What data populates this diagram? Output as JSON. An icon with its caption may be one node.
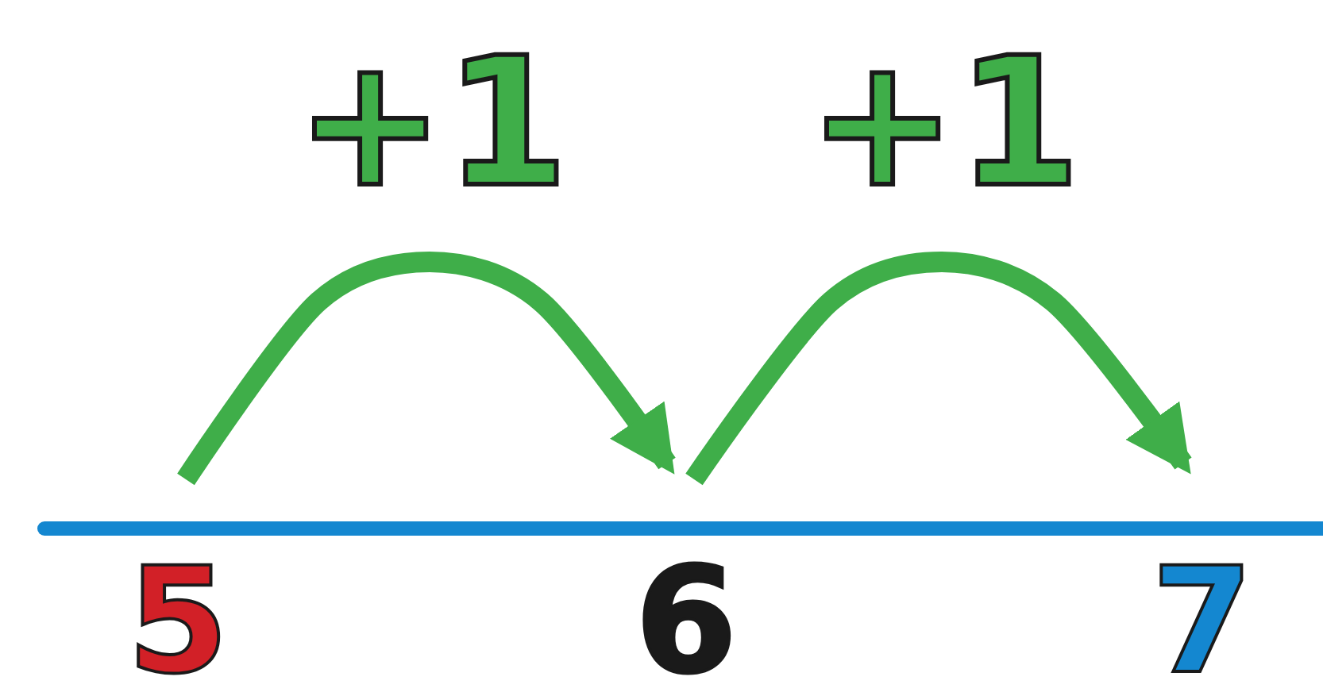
{
  "diagram": {
    "nodes": [
      {
        "text": [
          "5"
        ]
      },
      {
        "text": [
          "6"
        ]
      },
      {
        "text": [
          "7"
        ]
      }
    ],
    "edges": [
      {
        "from": 0,
        "to": 1,
        "arrow": "to",
        "label": "+1"
      },
      {
        "from": 1,
        "to": 2,
        "arrow": "to",
        "label": "+1"
      }
    ]
  }
}
